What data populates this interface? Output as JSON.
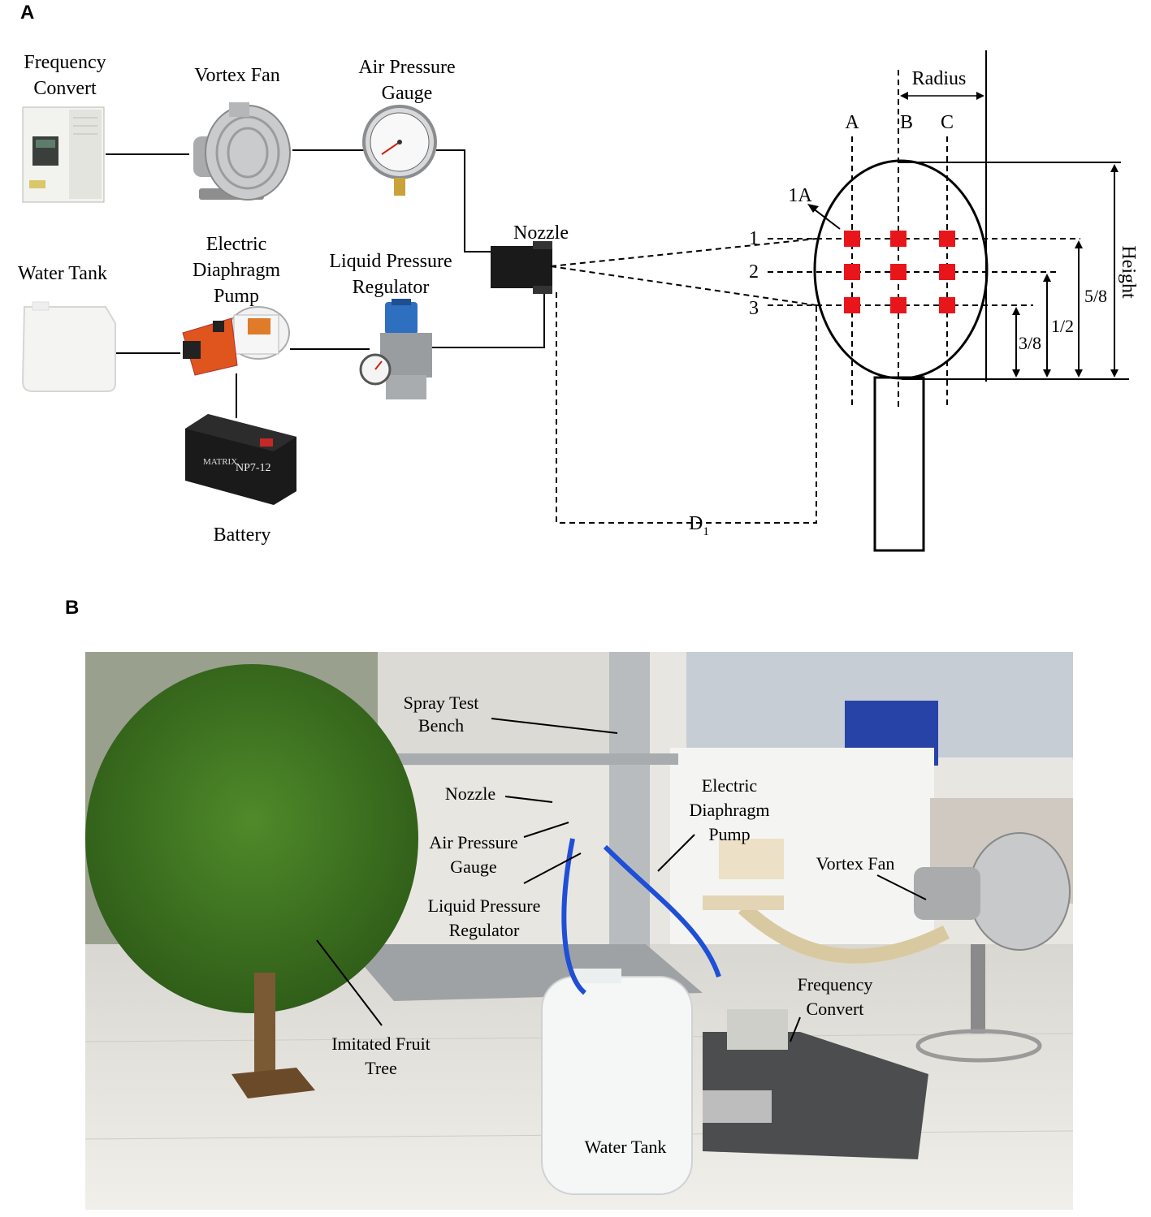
{
  "panel_a": {
    "letter": "A",
    "components": {
      "frequency_convert": "Frequency Convert",
      "vortex_fan": "Vortex Fan",
      "air_pressure_gauge": "Air Pressure Gauge",
      "nozzle": "Nozzle",
      "water_tank": "Water Tank",
      "electric_diaphragm_pump": "Electric Diaphragm Pump",
      "liquid_pressure_regulator": "Liquid Pressure Regulator",
      "battery": "Battery",
      "battery_brand": "MATRIX",
      "battery_model": "NP7-12"
    },
    "tree": {
      "columns": [
        "A",
        "B",
        "C"
      ],
      "rows": [
        "1",
        "2",
        "3"
      ],
      "sample_label": "1A",
      "radius_label": "Radius",
      "height_label": "Height",
      "fractions": [
        "5/8",
        "1/2",
        "3/8"
      ],
      "distance_label": "D1",
      "sample_color": "#e8161b"
    }
  },
  "panel_b": {
    "letter": "B",
    "labels": {
      "spray_test_bench": "Spray Test Bench",
      "nozzle": "Nozzle",
      "electric_diaphragm_pump": "Electric Diaphragm Pump",
      "air_pressure_gauge": "Air Pressure Gauge",
      "liquid_pressure_regulator": "Liquid Pressure Regulator",
      "vortex_fan": "Vortex Fan",
      "frequency_convert": "Frequency Convert",
      "imitated_fruit_tree": "Imitated Fruit Tree",
      "water_tank": "Water Tank"
    }
  }
}
